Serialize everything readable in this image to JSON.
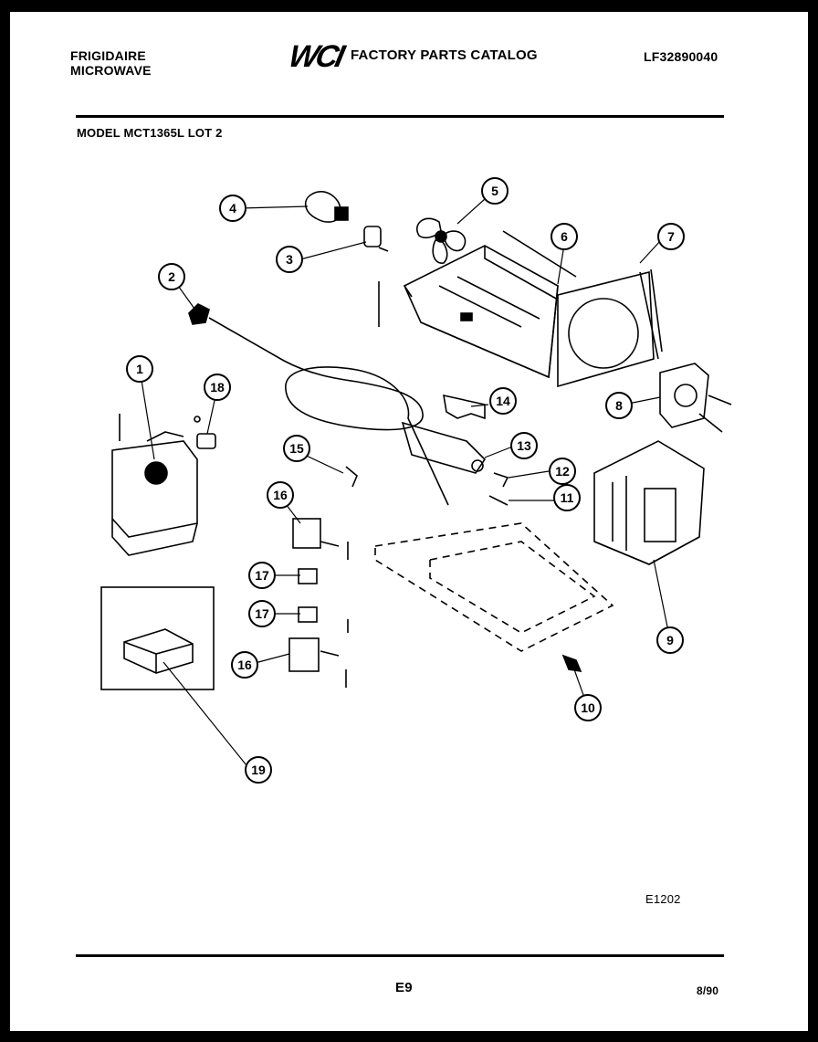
{
  "header": {
    "brand_line1": "FRIGIDAIRE",
    "brand_line2": "MICROWAVE",
    "logo": "WCI",
    "catalog_title": "FACTORY PARTS CATALOG",
    "catalog_id": "LF32890040"
  },
  "model": "MODEL MCT1365L LOT 2",
  "callouts": [
    "1",
    "2",
    "3",
    "4",
    "5",
    "6",
    "7",
    "8",
    "9",
    "10",
    "11",
    "12",
    "13",
    "14",
    "15",
    "16",
    "16",
    "17",
    "17",
    "18",
    "19"
  ],
  "footer": {
    "diagram_ref": "E1202",
    "page_number": "E9",
    "date": "8/90"
  }
}
